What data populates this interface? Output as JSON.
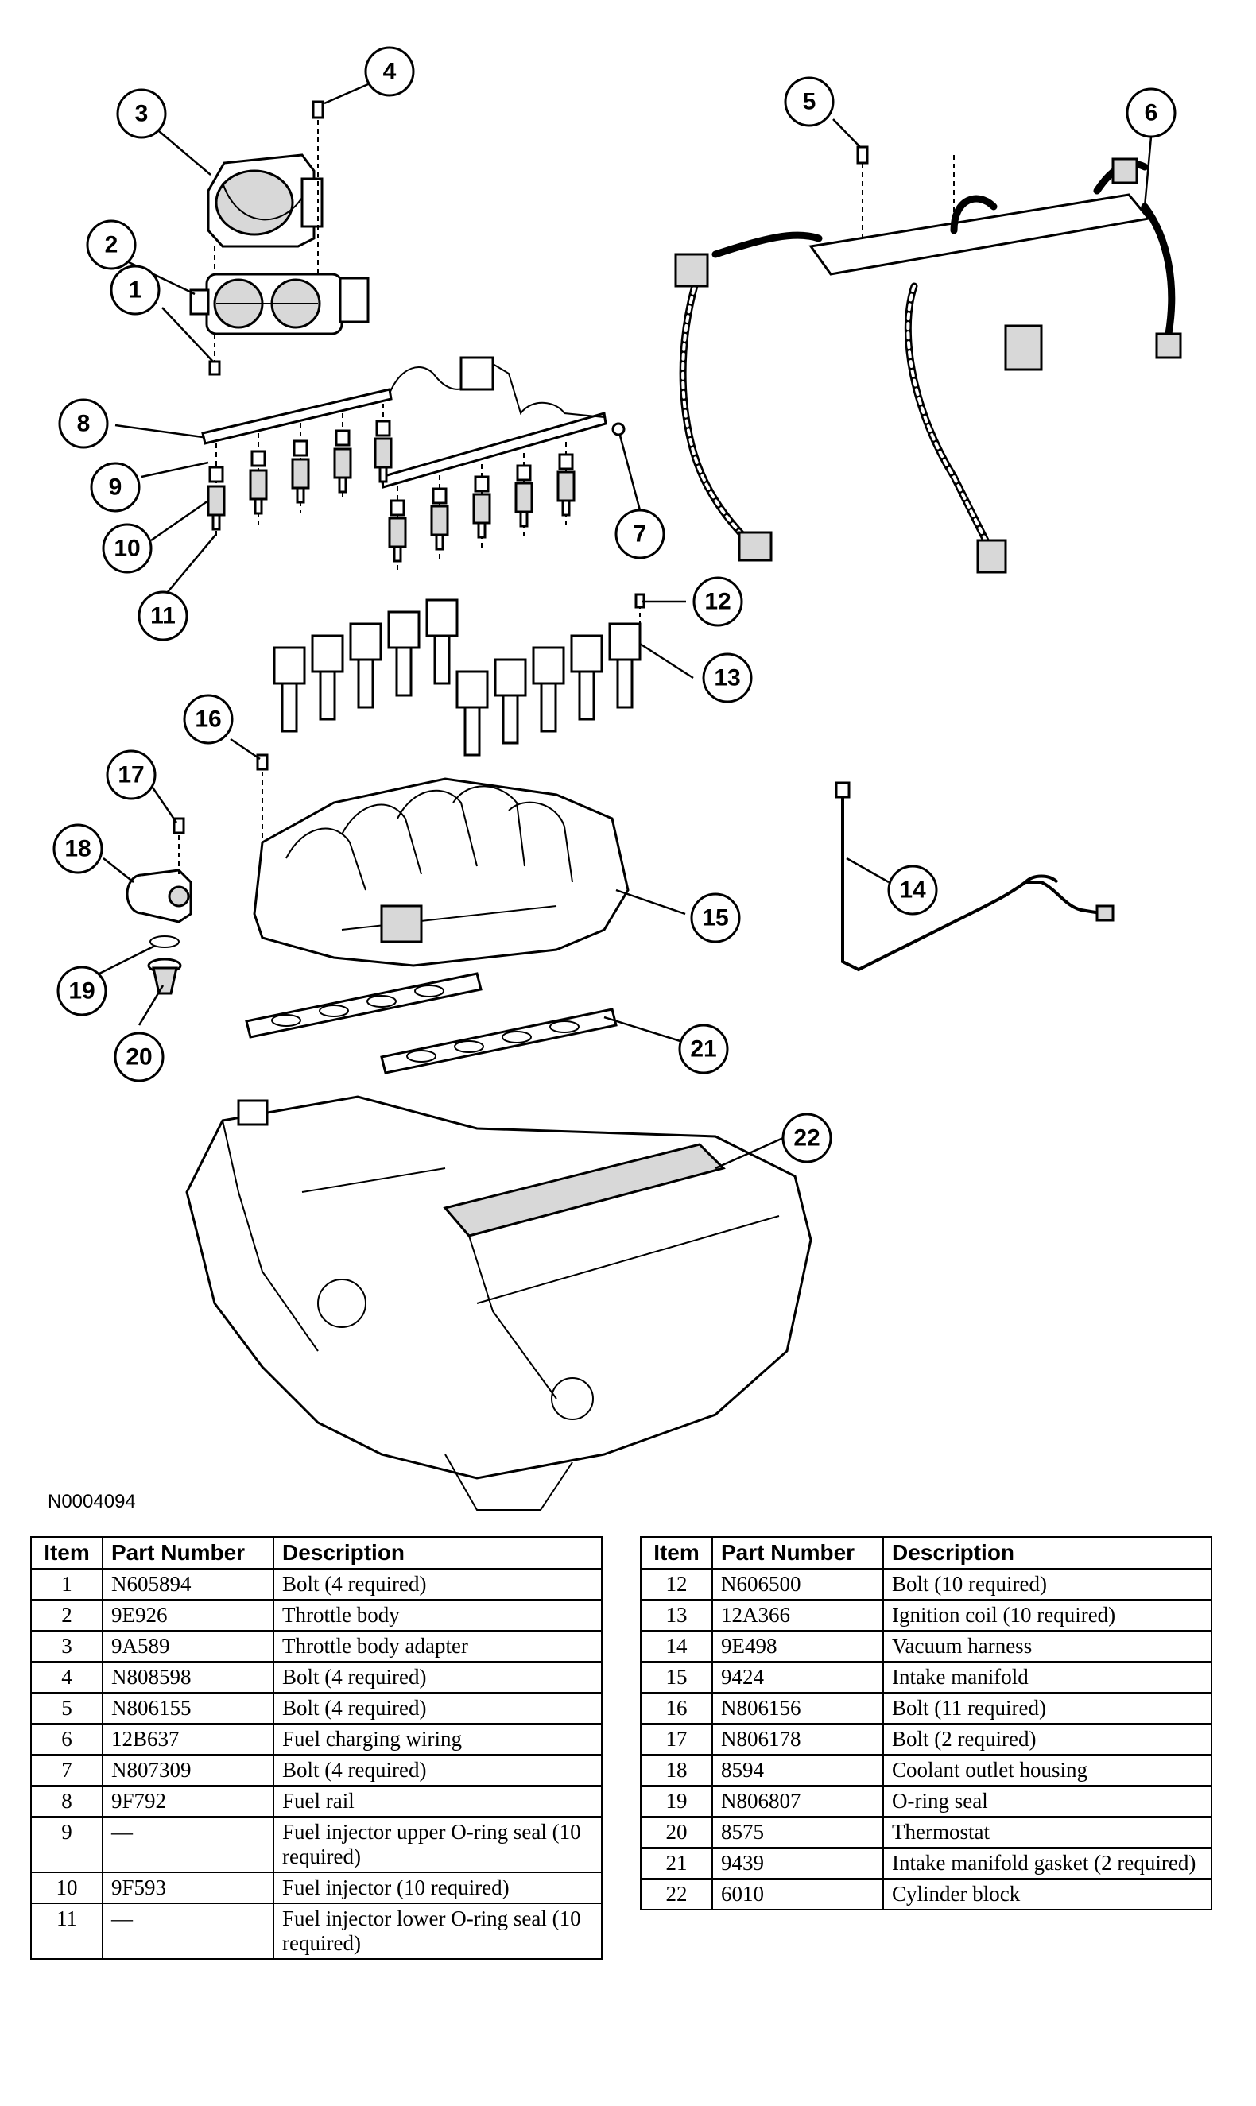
{
  "figure_code": "N0004094",
  "callouts": [
    "1",
    "2",
    "3",
    "4",
    "5",
    "6",
    "7",
    "8",
    "9",
    "10",
    "11",
    "12",
    "13",
    "14",
    "15",
    "16",
    "17",
    "18",
    "19",
    "20",
    "21",
    "22"
  ],
  "table_headers": {
    "item": "Item",
    "part_number": "Part Number",
    "description": "Description"
  },
  "parts_left": [
    {
      "item": "1",
      "part_number": "N605894",
      "description": "Bolt (4 required)"
    },
    {
      "item": "2",
      "part_number": "9E926",
      "description": "Throttle body"
    },
    {
      "item": "3",
      "part_number": "9A589",
      "description": "Throttle body adapter"
    },
    {
      "item": "4",
      "part_number": "N808598",
      "description": "Bolt (4 required)"
    },
    {
      "item": "5",
      "part_number": "N806155",
      "description": "Bolt (4 required)"
    },
    {
      "item": "6",
      "part_number": "12B637",
      "description": "Fuel charging wiring"
    },
    {
      "item": "7",
      "part_number": "N807309",
      "description": "Bolt (4 required)"
    },
    {
      "item": "8",
      "part_number": "9F792",
      "description": "Fuel rail"
    },
    {
      "item": "9",
      "part_number": "—",
      "description": "Fuel injector upper O-ring seal (10 required)"
    },
    {
      "item": "10",
      "part_number": "9F593",
      "description": "Fuel injector (10 required)"
    },
    {
      "item": "11",
      "part_number": "—",
      "description": "Fuel injector lower O-ring seal (10 required)"
    }
  ],
  "parts_right": [
    {
      "item": "12",
      "part_number": "N606500",
      "description": "Bolt (10 required)"
    },
    {
      "item": "13",
      "part_number": "12A366",
      "description": "Ignition coil (10 required)"
    },
    {
      "item": "14",
      "part_number": "9E498",
      "description": "Vacuum harness"
    },
    {
      "item": "15",
      "part_number": "9424",
      "description": "Intake manifold"
    },
    {
      "item": "16",
      "part_number": "N806156",
      "description": "Bolt (11 required)"
    },
    {
      "item": "17",
      "part_number": "N806178",
      "description": "Bolt (2 required)"
    },
    {
      "item": "18",
      "part_number": "8594",
      "description": "Coolant outlet housing"
    },
    {
      "item": "19",
      "part_number": "N806807",
      "description": "O-ring seal"
    },
    {
      "item": "20",
      "part_number": "8575",
      "description": "Thermostat"
    },
    {
      "item": "21",
      "part_number": "9439",
      "description": "Intake manifold gasket (2 required)"
    },
    {
      "item": "22",
      "part_number": "6010",
      "description": "Cylinder block"
    }
  ]
}
